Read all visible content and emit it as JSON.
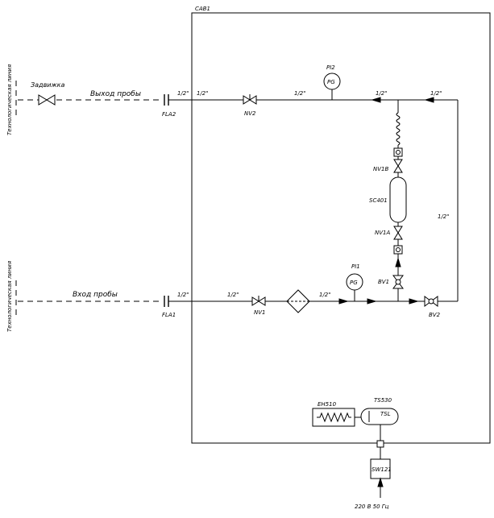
{
  "cabinet": {
    "label": "CAB1"
  },
  "process_lines": {
    "top": "Технологическая линия",
    "bottom": "Технологическая линия"
  },
  "flows": {
    "out": "Выход пробы",
    "in": "Вход пробы"
  },
  "gate_valve": {
    "label": "Задвижка"
  },
  "pipe_size": "1/2\"",
  "flanges": {
    "top": "FLA2",
    "bottom": "FLA1"
  },
  "valves": {
    "nv1": "NV1",
    "nv2": "NV2",
    "nv1a": "NV1A",
    "nv1b": "NV1B",
    "bv1": "BV1",
    "bv2": "BV2"
  },
  "gauges": {
    "pi1": "PI1",
    "pi2": "PI2",
    "face": "PG"
  },
  "cylinder": {
    "label": "SC401"
  },
  "heater": {
    "label": "EH510"
  },
  "thermostat": {
    "label": "TS530",
    "face": "TSL"
  },
  "switch": {
    "label": "SW121"
  },
  "power": {
    "label": "220 В 50 Гц"
  }
}
